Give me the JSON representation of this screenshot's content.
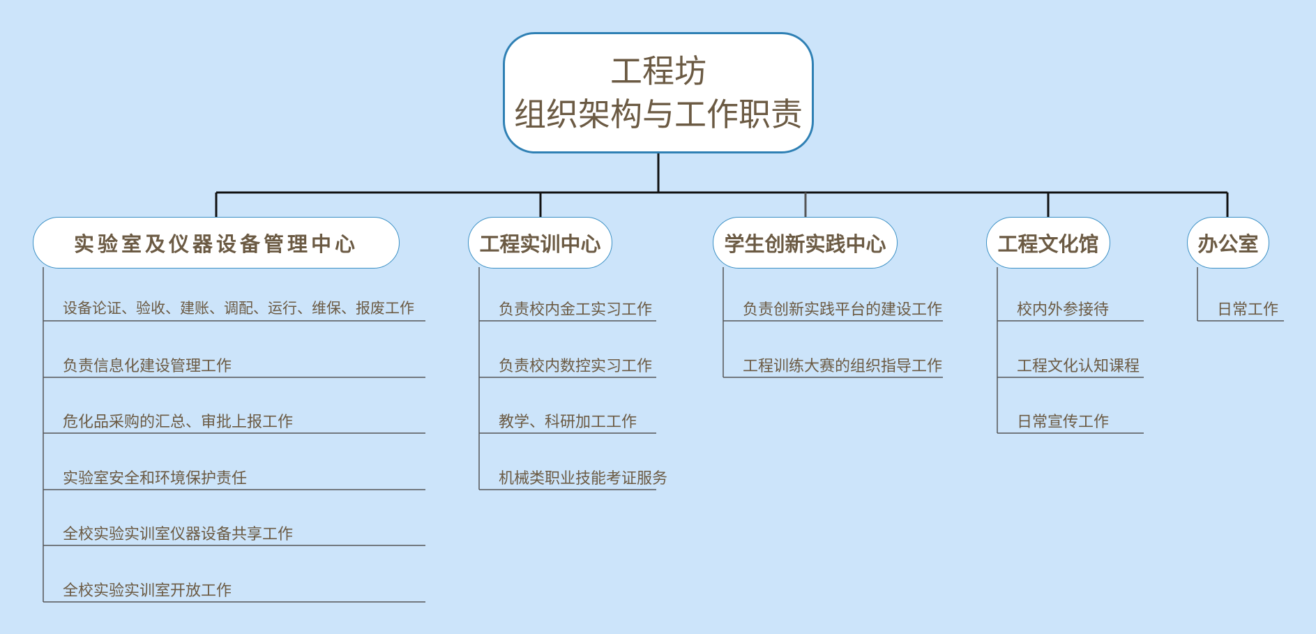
{
  "root": {
    "line1": "工程坊",
    "line2": "组织架构与工作职责"
  },
  "branches": [
    {
      "label": "实验室及仪器设备管理中心",
      "items": [
        "设备论证、验收、建账、调配、运行、维保、报废工作",
        "负责信息化建设管理工作",
        "危化品采购的汇总、审批上报工作",
        "实验室安全和环境保护责任",
        "全校实验实训室仪器设备共享工作",
        "全校实验实训室开放工作"
      ]
    },
    {
      "label": "工程实训中心",
      "items": [
        "负责校内金工实习工作",
        "负责校内数控实习工作",
        "教学、科研加工工作",
        "机械类职业技能考证服务"
      ]
    },
    {
      "label": "学生创新实践中心",
      "items": [
        "负责创新实践平台的建设工作",
        "工程训练大赛的组织指导工作"
      ]
    },
    {
      "label": "工程文化馆",
      "items": [
        "校内外参接待",
        "工程文化认知课程",
        "日常宣传工作"
      ]
    },
    {
      "label": "办公室",
      "items": [
        "日常工作"
      ]
    }
  ],
  "colors": {
    "background": "#cce4fa",
    "connector": "#111111",
    "text": "#6b5a43",
    "node_border": "#3a8fc4"
  }
}
